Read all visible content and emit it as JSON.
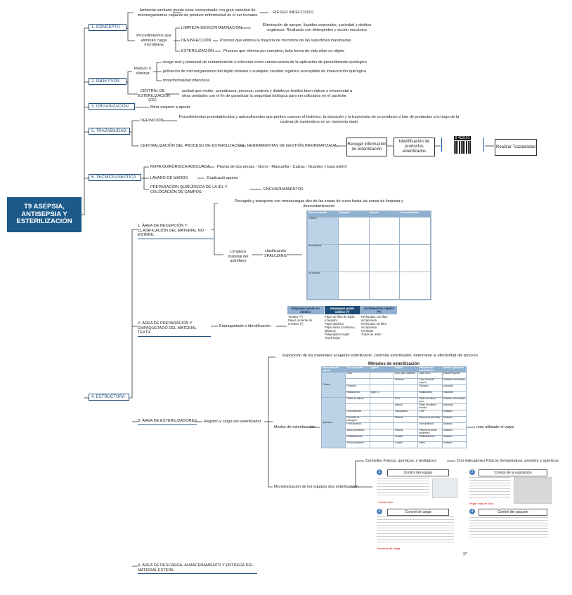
{
  "root": {
    "title": "T9 ASEPSIA, ANTISEPSIA Y ESTERILIZACIÓN"
  },
  "concepto": {
    "label": "1. CONCEPTO",
    "ambiente": "Ambiente sanitario puede estar contaminado con gran variedad de microorganismos capaces de producir enfermedad en el ser humano",
    "riesgo": "RIESGO INFECCIOSO",
    "procedimientos": "Procedimientos que eliminan carga microbiana",
    "limpieza": "LIMPIEZA-DESCONTAMINACIÓN",
    "limpieza_desc": "Eliminación de sangre, líquidos corporales, suciedad y detritos orgánicos. Realizado con detergentes y acción mecánica",
    "desinfeccion": "DESINFECCIÓN",
    "desinfeccion_desc": "Proceso que elimina la mayoría de microbios de las superficies inanimadas",
    "esterilizacion": "ESTERILIZACIÓN",
    "esterilizacion_desc": "Proceso que elimina por completo, toda forma de vida sibre un objeto"
  },
  "objetivos": {
    "label": "2. OBJETIVOS",
    "reducir": "Reducir o eliminar",
    "item1": "riesgo real y potencial de contaminación e infeccion como consecuencia de la aplicación de procedimiento quirúrgico",
    "item2": "población de microorganismos del tejido cutáneo o cualquier cavidad orgánica susceptible de intervención quirúrgica",
    "item3": "mobi/mortalidad infecciosa",
    "central": "CENTRAL DE ESTERILIZACIÓN (CE)",
    "central_desc": "unidad que recibe, acondiciona, procesa, controla y distribuye textiles biom édicos e intrumental a otras unidades con el fin de garantizar la seguridad biológica para ser utilizados en el paciente"
  },
  "organizacion": {
    "label": "3. ORGANIZACIÓN",
    "desc": "Mirar esquem a apunts"
  },
  "trazabilidad": {
    "label": "5. TRAZABILIDAD",
    "definicion": "DEFINICIÓN",
    "definicion_desc": "Procedimientos preestablecidos y autosuficientes que periten conocer el histórico, la ubicación y la trayectoria de un producto o lote de productos a lo largo de la cadena de suministros en un momento dado",
    "centralizacion": "CENTRALIZACIÓN DEL PROCESO DE ESTERILIZACIÓN",
    "herramientas": "HERRAMIENTAS DE GESTIÓN INFORMATIZADA",
    "flow1": "Recoger información de esterilización",
    "flow2": "Identificación de productos esterilizados",
    "flow3": "Realizar Trazabilidad",
    "barcode_num": "8 413161"
  },
  "tecnica": {
    "label": "6. TÉCNICA ASÉPTICA",
    "ropa": "ROPA QUIRÚRGICA ADECUADA",
    "ropa_desc": "Pijama de dos piezas - Gorro - Mascarilla - Calzas - Guantes y bata estéril",
    "lavado": "LAVADO DE MANOS",
    "lavado_desc": "Explicació apunts",
    "preparacion": "PREPARACIÓN QUIRÚRGICA DE LA IEL Y COLOCACIÓN DE CAMPOS",
    "preparacion_desc": "ENCUADRAMIENTOS"
  },
  "estructura": {
    "label": "4. ESTRUCTURA",
    "area1": "1. ÁREA DE RECEPCIÓN Y CLASIFICACIÓN DEL MATERIAL NO ESTÉRIL",
    "recogida": "Recogida y transporte con montacargas des de las zonas de sucio hasta las zonas de limpieza y descontaminación",
    "limpieza": "Limpieza material del quirófano",
    "clasificacion": "clasificación SPAULDING",
    "spaulding_headers": [
      "Tipo de material",
      "Ejemplos",
      "Método",
      "Procedimientos"
    ],
    "spaulding_rows": [
      "Críticos",
      "Semicríticos",
      "No críticos"
    ],
    "area2": "2. ÁREA DE PREPARACIÓN Y EMPAQUETADO DEL MATERIAL TEXTIL",
    "empaquetado": "Empaquetado e identificación",
    "emp_headers": [
      "Empaques grado no médico",
      "Empaques grado médico (*)",
      "Contenedores rígidos (**)"
    ],
    "emp_col1": [
      "Textiles (**)",
      "Papel corriente de envolver (*)"
    ],
    "emp_col2": [
      "Papel de filtro de tejido (crepado)",
      "Papel sintético",
      "Papel mixto (celulosa y plástico)",
      "Polipropileno tejido",
      "Tyvek Mylar"
    ],
    "emp_col3": [
      "Perforados con filtro incorporado",
      "Perforados sin filtro incorporado",
      "Cerrados",
      "Tubos de vidrio"
    ],
    "area3": "3. ÁREA DE ESTERILIZADORES",
    "registro": "Registro y carga del esterilizador",
    "exposicion": "Exposición de los materiales al agente esterilizante, controlar esterilizador, determinar la efectividad del proceso",
    "modos": "Modos de esterilización",
    "mas_utilizado": "más utilizado el vapor",
    "metodos_title": "Métodos de esterilización",
    "metodos_headers": [
      "Naturaleza del agente",
      "Tipo de agente",
      "Agente",
      "Estado",
      "Sistemas de esterilización",
      "Ámbito aplicación"
    ],
    "metodos_groups": [
      "Físicos",
      "Químicos"
    ],
    "metodos_rows": [
      [
        "Calor",
        "Seco (aire caliente)",
        "Calor seco",
        "Estufa/Poupinel"
      ],
      [
        "",
        "Húmedo",
        "Calor húmedo (vapor)",
        "Sanitario e industrial"
      ],
      [
        "Filtración",
        "",
        "Filtración",
        "Industrial"
      ],
      [
        "Radiaciones",
        "Ingen. L.",
        "Radiaciones",
        "Industrial"
      ],
      [
        "Óxido de etileno",
        "Puro",
        "Óxido de etileno puro",
        "Sanitario e industrial"
      ],
      [
        "",
        "Mezcla",
        "Óxido de etileno mezcla",
        "Industrial"
      ],
      [
        "Formaldehído",
        "Gas/plasma",
        "LTSF",
        "Sanitario"
      ],
      [
        "Peróxido de hidrógeno",
        "Plasma",
        "Plasma de peróxido",
        "Sanitario"
      ],
      [
        "Formaldehído",
        "",
        "Formaldehído",
        "Sanitario"
      ],
      [
        "Ácido peracético",
        "Plasma",
        "Plasma de ácido peracético",
        "Sanitario"
      ],
      [
        "Glutaraldehído",
        "Líquido",
        "Glutaraldehído",
        "Sanitario"
      ],
      [
        "Ácido peracético",
        "Líquido",
        "Steris",
        "Sanitario"
      ]
    ],
    "monitorizacion": "Monotorización de los equipos des esterilización",
    "controles": "Controles Físicos, químicos, y biológicos",
    "con_indicadores": "Con indicadores Físicos (temperatura, presión) y químicos",
    "ctrl1_num": "1",
    "ctrl1": "Control del equipo",
    "ctrl1_note": "* Anotar ciclo.",
    "ctrl2_num": "2",
    "ctrl2": "Control de la exposición",
    "ctrl2_note": "Pegar hoja de ciclo",
    "ctrl3_num": "3",
    "ctrl3": "Control de carga",
    "ctrl3_note": "Procesos de carga",
    "ctrl4_num": "4",
    "ctrl4": "Control del paquete",
    "page_num": "37",
    "area4": "4. ÁREA DE DESCARGA, ALMACENAMIENTO Y ENTREGA DEL MATERIAL ESTÉRIL"
  },
  "colors": {
    "primary": "#1f4e79",
    "root_bg": "#1c5a8a",
    "table_header": "#8fb0d0"
  }
}
